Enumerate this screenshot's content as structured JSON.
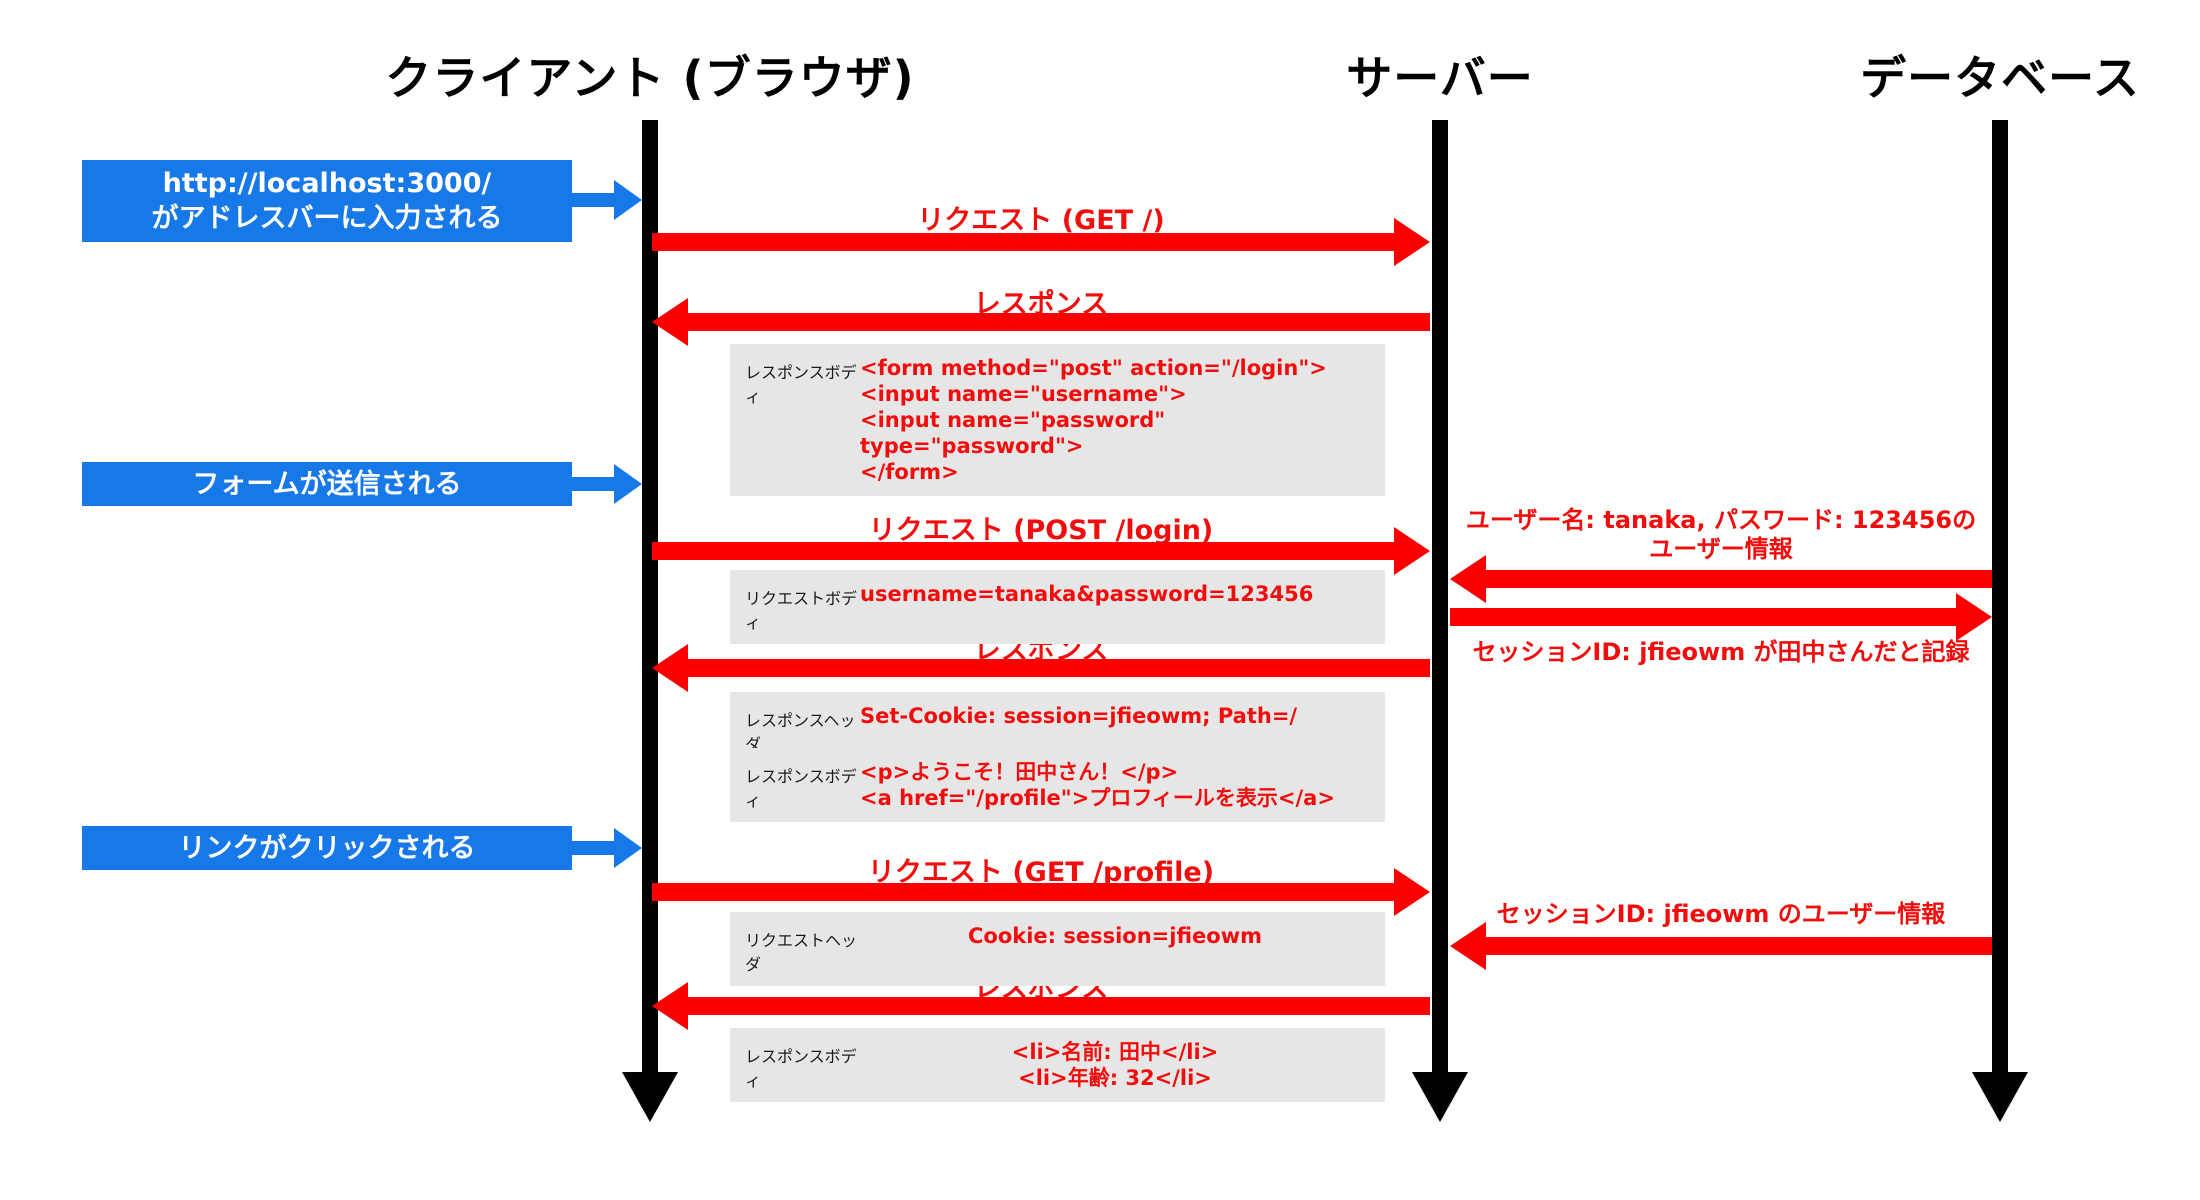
{
  "colors": {
    "accent_blue": "#1778e8",
    "accent_red": "#fb0000",
    "payload_gray": "#e6e6e6",
    "lifeline_black": "#000000"
  },
  "lifelines": [
    {
      "label": "クライアント (ブラウザ)"
    },
    {
      "label": "サーバー"
    },
    {
      "label": "データベース"
    }
  ],
  "events": [
    {
      "text": "http://localhost:3000/\nがアドレスバーに入力される"
    },
    {
      "text": "フォームが送信される"
    },
    {
      "text": "リンクがクリックされる"
    }
  ],
  "messages": [
    {
      "label": "リクエスト (GET /)"
    },
    {
      "label": "レスポンス"
    },
    {
      "label": "リクエスト (POST /login)"
    },
    {
      "label": "レスポンス"
    },
    {
      "label": "リクエスト (GET /profile)"
    },
    {
      "label": "レスポンス"
    }
  ],
  "db_exchanges": [
    {
      "label": "ユーザー名: tanaka, パスワード: 123456の\nユーザー情報"
    },
    {
      "label": "セッションID: jfieowm が田中さんだと記録"
    },
    {
      "label": "セッションID: jfieowm のユーザー情報"
    }
  ],
  "payloads": [
    {
      "tag": "レスポンスボディ",
      "code": "<form method=\"post\" action=\"/login\">\n <input name=\"username\">\n <input name=\"password\" type=\"password\">\n</form>"
    },
    {
      "tag": "リクエストボディ",
      "code": "username=tanaka&password=123456"
    },
    {
      "tag": "レスポンスヘッダ",
      "code": "Set-Cookie: session=jfieowm; Path=/"
    },
    {
      "tag": "レスポンスボディ",
      "code": "<p>ようこそ！田中さん！</p>\n<a href=\"/profile\">プロフィールを表示</a>"
    },
    {
      "tag": "リクエストヘッダ",
      "code": "Cookie: session=jfieowm"
    },
    {
      "tag": "レスポンスボディ",
      "code": "<li>名前: 田中</li>\n<li>年齢: 32</li>"
    }
  ]
}
